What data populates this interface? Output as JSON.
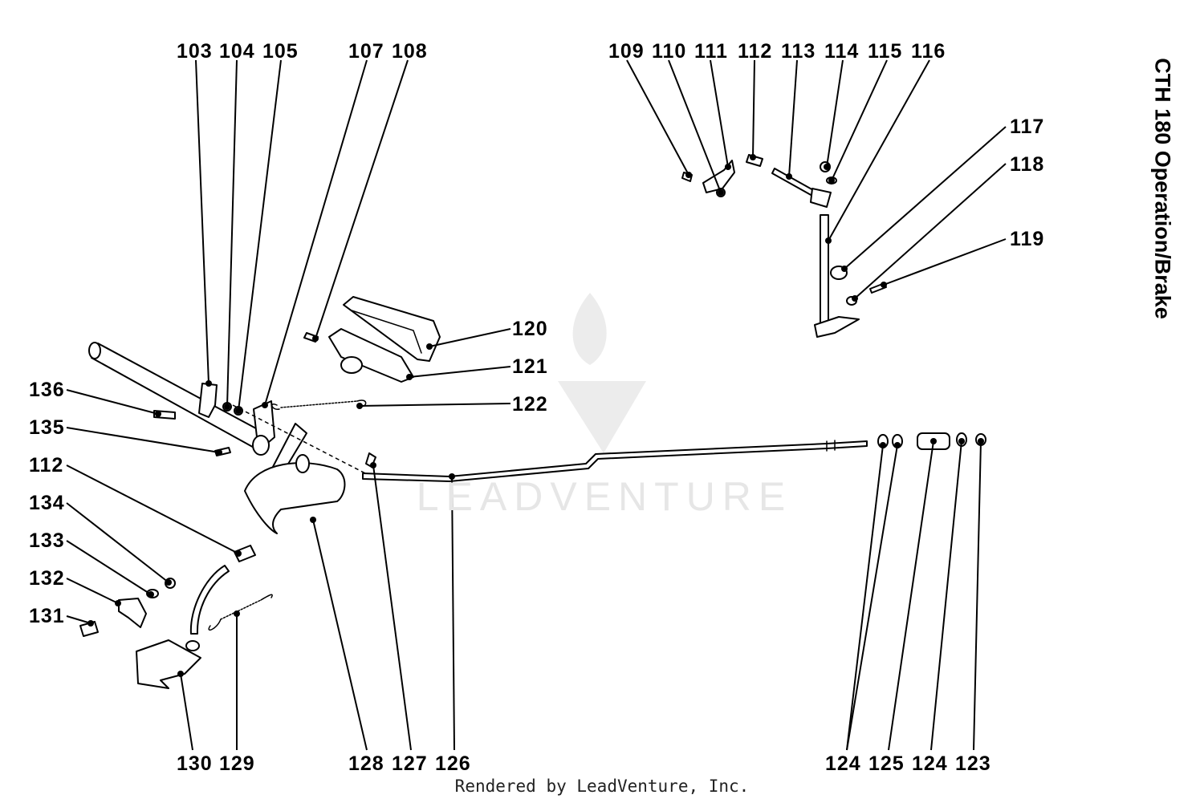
{
  "title": "CTH 180 Operation/Brake",
  "footer": "Rendered by LeadVenture, Inc.",
  "watermark": "LEADVENTURE",
  "callouts": {
    "c103": "103",
    "c104": "104",
    "c105": "105",
    "c107": "107",
    "c108": "108",
    "c109": "109",
    "c110": "110",
    "c111": "111",
    "c112a": "112",
    "c113": "113",
    "c114": "114",
    "c115": "115",
    "c116": "116",
    "c117": "117",
    "c118": "118",
    "c119": "119",
    "c120": "120",
    "c121": "121",
    "c122": "122",
    "c136": "136",
    "c135": "135",
    "c112b": "112",
    "c134": "134",
    "c133": "133",
    "c132": "132",
    "c131": "131",
    "c130": "130",
    "c129": "129",
    "c128": "128",
    "c127": "127",
    "c126": "126",
    "c124a": "124",
    "c125": "125",
    "c124b": "124",
    "c123": "123"
  }
}
